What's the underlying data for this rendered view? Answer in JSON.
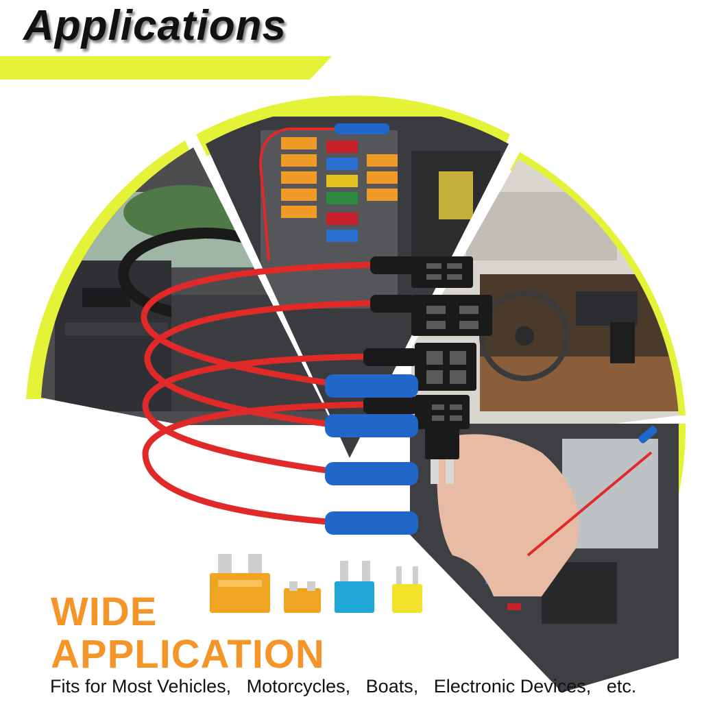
{
  "title": "Applications",
  "headline": {
    "line1": "WIDE",
    "line2": "APPLICATION"
  },
  "caption": {
    "items": [
      "Fits for Most Vehicles,",
      "Motorcycles,",
      "Boats,",
      "Electronic Devices,",
      "etc."
    ]
  },
  "colors": {
    "accent_green": "#e4f238",
    "headline_orange": "#f4952a",
    "wire_red": "#e02a2a",
    "connector_blue": "#2166c9",
    "holder_black": "#1a1a1a"
  },
  "scenes": [
    "car-interior-icon",
    "fuse-box-icon",
    "boat-helm-icon",
    "engine-bay-icon"
  ],
  "fuse_icons": [
    "standard-blade-fuse-icon",
    "low-profile-fuse-icon",
    "mini-fuse-icon",
    "micro2-fuse-icon"
  ]
}
